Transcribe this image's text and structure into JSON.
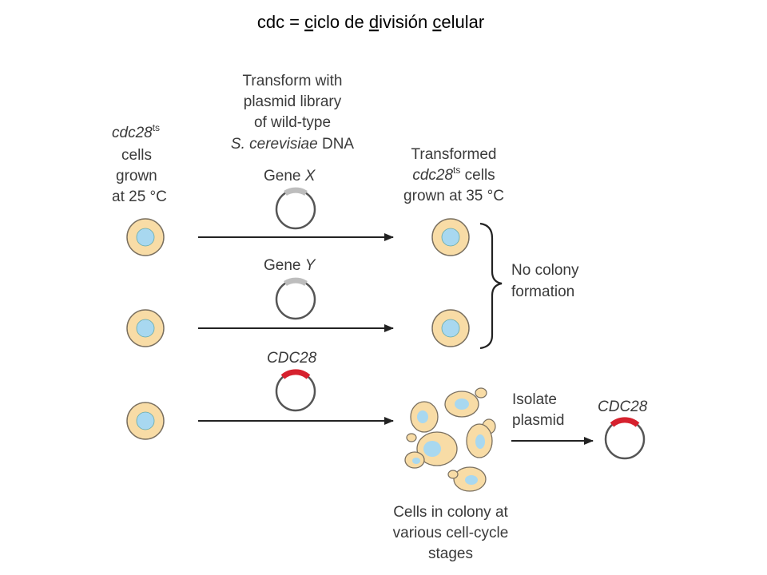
{
  "title": {
    "prefix": "cdc = ",
    "word1_initial": "c",
    "word1_rest": "iclo de ",
    "word2_initial": "d",
    "word2_rest": "ivisión ",
    "word3_initial": "c",
    "word3_rest": "elular"
  },
  "left": {
    "gene_name": "cdc28",
    "superscript": "ts",
    "line2": "cells",
    "line3": "grown",
    "line4": "at 25 °C"
  },
  "transform": {
    "line1": "Transform with",
    "line2": "plasmid library",
    "line3": "of wild-type",
    "line4_italic": "S. cerevisiae",
    "line4_rest": " DNA"
  },
  "plasmids": {
    "gene_x_prefix": "Gene ",
    "gene_x_name": "X",
    "gene_y_prefix": "Gene ",
    "gene_y_name": "Y",
    "cdc28": "CDC28",
    "isolated": "CDC28"
  },
  "right": {
    "line1": "Transformed",
    "line2_gene": "cdc28",
    "line2_sup": "ts",
    "line2_rest": " cells",
    "line3": "grown at 35 °C"
  },
  "no_colony": {
    "line1": "No colony",
    "line2": "formation"
  },
  "isolate": {
    "line1": "Isolate",
    "line2": "plasmid"
  },
  "colony_caption": {
    "line1": "Cells in colony at",
    "line2": "various cell-cycle",
    "line3": "stages"
  },
  "colors": {
    "cell_fill": "#f8dca6",
    "cell_stroke": "#7a7060",
    "nucleus_fill": "#a8d8f0",
    "plasmid_stroke": "#555555",
    "insert_gray": "#bdbdbd",
    "insert_red": "#d6212e",
    "arrow": "#222222",
    "text": "#3a3a3a"
  }
}
